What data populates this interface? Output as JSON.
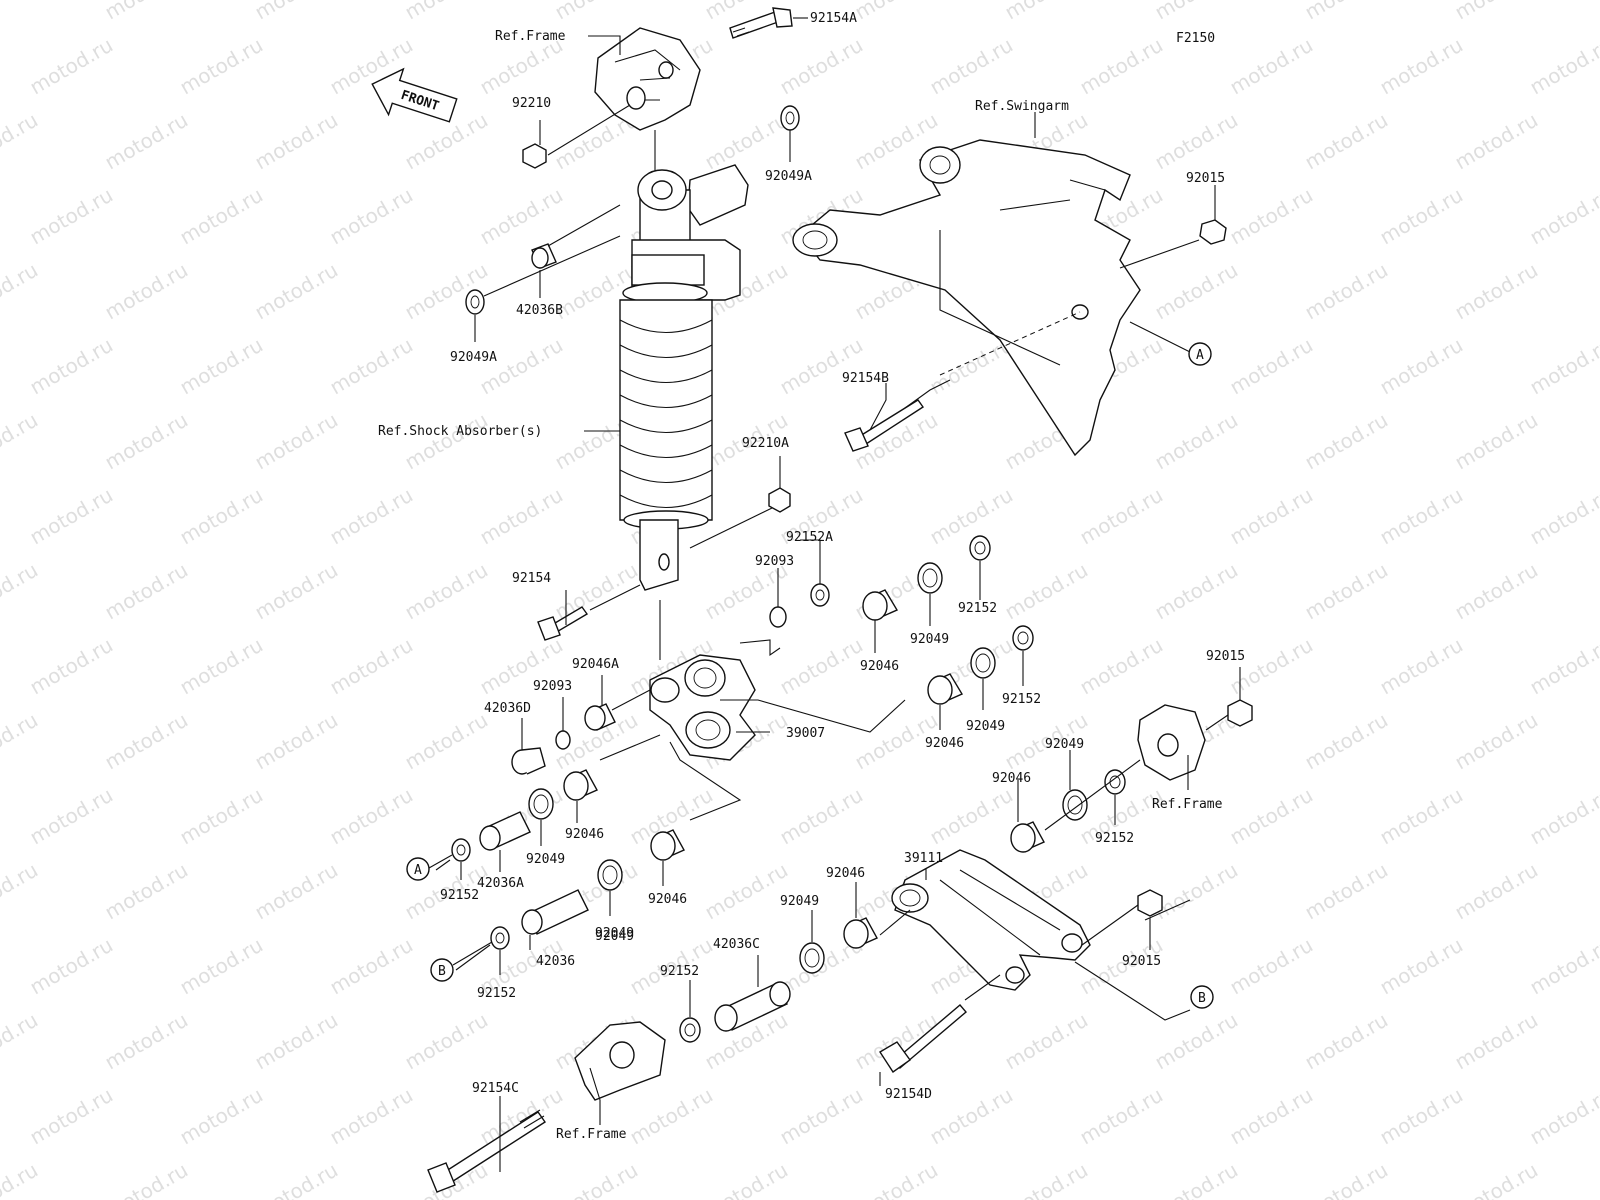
{
  "figure_code": "F2150",
  "front_label": "FRONT",
  "watermark": "motod.ru",
  "ref_labels": {
    "frame_top": "Ref.Frame",
    "swingarm": "Ref.Swingarm",
    "shock": "Ref.Shock Absorber(s)",
    "frame_right": "Ref.Frame",
    "frame_bottom": "Ref.Frame"
  },
  "callouts": [
    "A",
    "A",
    "B",
    "B"
  ],
  "parts": [
    "92154A",
    "92210",
    "92049A",
    "92049A",
    "42036B",
    "92015",
    "92154B",
    "92210A",
    "92152A",
    "92093",
    "92152",
    "92049",
    "92046",
    "92154",
    "92046A",
    "92093",
    "42036D",
    "39007",
    "92046",
    "92049",
    "92152",
    "92015",
    "92049",
    "92046",
    "92152",
    "92046",
    "92049",
    "92046",
    "92049",
    "92152",
    "42036A",
    "39111",
    "92046",
    "92049",
    "92015",
    "92152",
    "42036",
    "92049",
    "42036C",
    "92152",
    "92154C",
    "92154D"
  ]
}
